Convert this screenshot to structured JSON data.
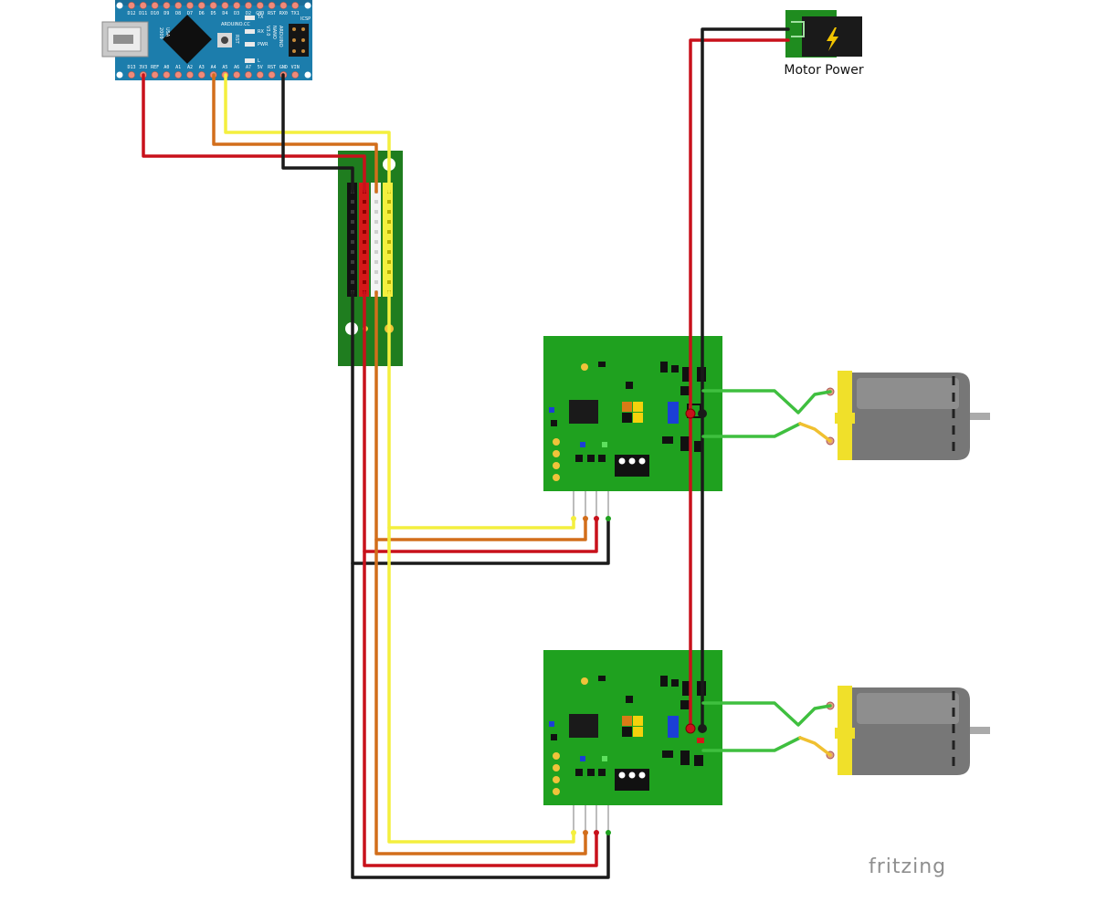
{
  "arduino": {
    "top_pins": [
      "D12",
      "D11",
      "D10",
      "D9",
      "D8",
      "D7",
      "D6",
      "D5",
      "D4",
      "D3",
      "D2",
      "GND",
      "RST",
      "RX0",
      "TX1"
    ],
    "bottom_pins": [
      "D13",
      "3V3",
      "REF",
      "A0",
      "A1",
      "A2",
      "A3",
      "A4",
      "A5",
      "A6",
      "A7",
      "5V",
      "RST",
      "GND",
      "VIN"
    ],
    "board_text": [
      "ARDUINO.CC",
      "ARDUINO",
      "NANO",
      "V3.0",
      "RST",
      "USA",
      "2009",
      "ICSP",
      "TX",
      "RX",
      "PWR",
      "L"
    ]
  },
  "power_jack": {
    "label": "Motor Power"
  },
  "brand": {
    "text": "fritzing"
  },
  "colors": {
    "red": "#c8111b",
    "black": "#1a1a1a",
    "orange": "#d26e1b",
    "yellow": "#f4ef3e",
    "green_wire": "#3fbf3f",
    "pcb_green": "#1f8c1f",
    "arduino_blue": "#1c7dac",
    "motor_yellow": "#f0e02a",
    "motor_grey": "#7a7a7a"
  },
  "icons": {
    "lightning": "lightning-bolt-icon",
    "chip": "microcontroller-chip-icon",
    "usb": "mini-usb-connector-icon"
  }
}
